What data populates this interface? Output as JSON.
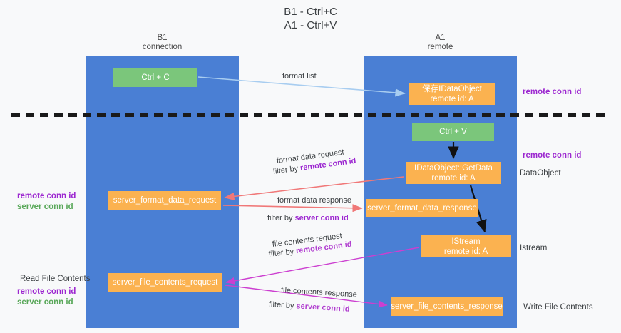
{
  "title": "B1 - Ctrl+C\nA1 - Ctrl+V",
  "columns": {
    "left": {
      "name": "B1",
      "role": "connection"
    },
    "right": {
      "name": "A1",
      "role": "remote"
    }
  },
  "nodes": {
    "ctrl_c": {
      "label": "Ctrl + C",
      "color": "#7bc67b"
    },
    "save_idataobject": {
      "label": "保存IDataObject",
      "sub": "remote id: A",
      "color": "#fbb250"
    },
    "ctrl_v": {
      "label": "Ctrl + V",
      "color": "#7bc67b"
    },
    "getdata": {
      "label": "IDataObject::GetData",
      "sub": "remote id: A",
      "color": "#fbb250"
    },
    "server_format_data_request": {
      "label": "server_format_data_request",
      "color": "#fbb250"
    },
    "server_format_data_response": {
      "label": "server_format_data_response",
      "color": "#fbb250"
    },
    "istream": {
      "label": "IStream",
      "sub": "remote id: A",
      "color": "#fbb250"
    },
    "server_file_contents_request": {
      "label": "server_file_contents_request",
      "color": "#fbb250"
    },
    "server_file_contents_response": {
      "label": "server_file_contents_response",
      "color": "#fbb250"
    }
  },
  "edge_labels": {
    "format_list": "format list",
    "format_data_request": "format data request",
    "format_data_request_filter_prefix": "filter by ",
    "format_data_request_filter_key": "remote conn id",
    "format_data_response": "format data response",
    "format_data_response_filter_prefix": "filter by ",
    "format_data_response_filter_key": "server conn id",
    "file_contents_request": "file contents request",
    "file_contents_request_filter_prefix": "filter by ",
    "file_contents_request_filter_key": "remote conn id",
    "file_contents_response": "file contents response",
    "file_contents_response_filter_prefix": "filter by ",
    "file_contents_response_filter_key": "server conn id"
  },
  "annotations": {
    "right_top_remote_conn_id": "remote conn id",
    "right_mid_remote_conn_id": "remote conn id",
    "right_dataobject": "DataObject",
    "right_istream": "Istream",
    "right_write_file_contents": "Write File Contents",
    "left_remote_conn_id": "remote conn id",
    "left_server_conn_id": "server conn id",
    "left_read_file_contents": "Read File Contents",
    "left_remote_conn_id_2": "remote conn id",
    "left_server_conn_id_2": "server conn id"
  },
  "colors": {
    "lane": "#4a7fd4",
    "green_node": "#7bc67b",
    "orange_node": "#fbb250",
    "purple_text": "#9c27d0",
    "green_text": "#5aa85a",
    "arrow_blue": "#a8cdf0",
    "arrow_red": "#f07878",
    "arrow_magenta": "#cc3fd0",
    "arrow_black": "#111111",
    "background": "#f8f9fa"
  }
}
